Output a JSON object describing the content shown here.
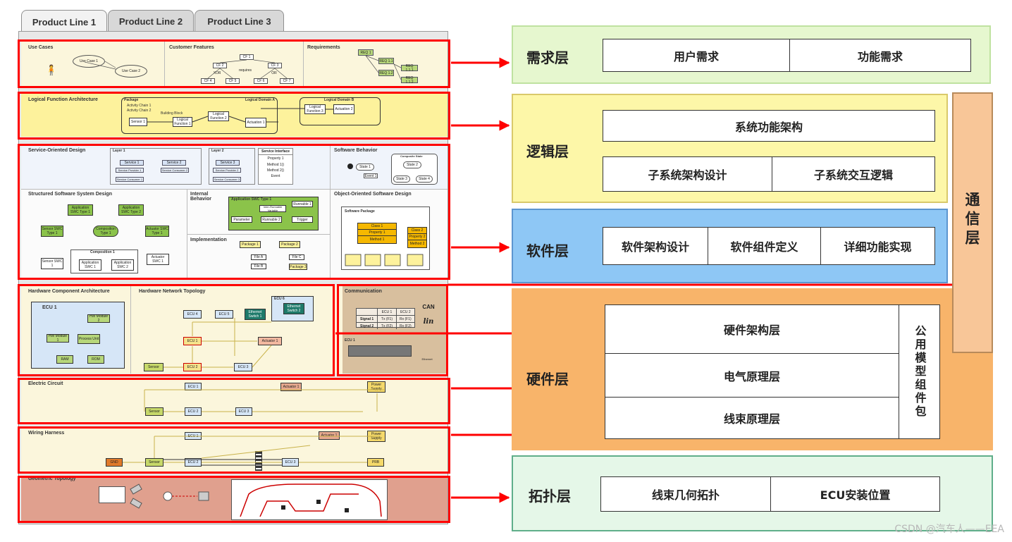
{
  "tabs": [
    "Product Line 1",
    "Product Line 2",
    "Product Line 3"
  ],
  "left": {
    "requirements_row": {
      "use_cases": {
        "title": "Use Cases",
        "nodes": [
          "Use Case 1",
          "Use Case 2"
        ]
      },
      "customer_features": {
        "title": "Customer Features",
        "nodes": [
          "CF 1",
          "CF 2",
          "CF 3",
          "CF 4",
          "CF 5",
          "CF 6",
          "CF 7"
        ],
        "labels": [
          "XOR",
          "requires",
          "OR"
        ]
      },
      "requirements": {
        "title": "Requirements",
        "nodes": [
          "REQ 1",
          "REQ 1.1",
          "REQ 1.2",
          "REQ 1.1.1",
          "REQ 1.1.2"
        ]
      }
    },
    "logical": {
      "title": "Logical Function Architecture",
      "package": "Package",
      "domain_a": "Logical Domain A",
      "domain_b": "Logical Domain B",
      "chains": [
        "Activity Chain 1",
        "Activity Chain 2"
      ],
      "block": "Building Block",
      "nodes": [
        "Sensor 1",
        "Logical Function 1",
        "Logical Function 2",
        "Actuation 1",
        "Logical Function 3",
        "Actuation 2"
      ]
    },
    "software": {
      "service_oriented": {
        "title": "Service-Oriented Design",
        "layers": [
          "Layer 1",
          "Layer 2"
        ],
        "services": [
          "Service 1",
          "Service 2",
          "Service 3"
        ],
        "roles": [
          "Service Provider 1",
          "Service Consumer 2",
          "Service Consumer 1",
          "Service Provider 2",
          "Service Consumer 3"
        ],
        "interface": {
          "title": "Service Interface",
          "items": [
            "Property 1",
            "Method 1()",
            "Method 2()",
            "Event"
          ]
        }
      },
      "software_behavior": {
        "title": "Software Behavior",
        "composite": "Composite State",
        "states": [
          "State 1",
          "State 2",
          "State 3",
          "State 4"
        ],
        "event": "Event 1"
      },
      "structured": {
        "title": "Structured Software System Design",
        "nodes": [
          "Application SWC Type 1",
          "Application SWC Type 2",
          "Sensor SWC Type 1",
          "Composition Type 1",
          "Actuator SWC Type 1",
          "Composition 1",
          "Sensor SWC 1",
          "Application SWC 1",
          "Application SWC 2",
          "Actuator SWC 1"
        ]
      },
      "internal": {
        "title": "Internal Behavior",
        "nodes": [
          "Application SWC Type 1",
          "Inter-Runnable Variable",
          "Runnable 1",
          "Parameter",
          "Runnable 2",
          "Trigger"
        ]
      },
      "implementation": {
        "title": "Implementation",
        "nodes": [
          "Package 1",
          "Package 2",
          "File A",
          "File B",
          "File C",
          "Package 3"
        ]
      },
      "object_oriented": {
        "title": "Object-Oriented Software Design",
        "package": "Software Package",
        "nodes": [
          "Class 1",
          "Property 1",
          "Method 1",
          "Class 2",
          "Property 2",
          "Method 2"
        ]
      }
    },
    "hardware": {
      "component": {
        "title": "Hardware Component Architecture",
        "ecu": "ECU 1",
        "nodes": [
          "HW Module 2",
          "HW Module 1",
          "Process Unit",
          "RAM",
          "ROM"
        ]
      },
      "network": {
        "title": "Hardware Network Topology",
        "nodes": [
          "ECU 4",
          "ECU 5",
          "Ethernet Switch 1",
          "ECU 6",
          "Ethernet Switch 2",
          "ECU 1",
          "Actuator 1",
          "Sensor",
          "ECU 2",
          "ECU 3"
        ]
      },
      "communication": {
        "title": "Communication",
        "headers": [
          "ECU 1",
          "ECU 2"
        ],
        "rows": [
          [
            "Signal 1",
            "Tx (F1)",
            "Rx (F1)"
          ],
          [
            "Signal 2",
            "Tx (F2)",
            "Rx (F2)"
          ]
        ],
        "ecu": "ECU 1",
        "buses": [
          "CAN",
          "lin",
          "Ethernet"
        ]
      }
    },
    "electric": {
      "title": "Electric Circuit",
      "nodes": [
        "ECU 1",
        "Actuator 1",
        "Power Supply",
        "Sensor",
        "ECU 2",
        "ECU 3"
      ]
    },
    "wiring": {
      "title": "Wiring Harness",
      "nodes": [
        "ECU 1",
        "Actuator 1",
        "Power Supply",
        "GND",
        "Sensor",
        "ECU 2",
        "ECU 3",
        "PRB"
      ]
    },
    "geometric": {
      "title": "Geometric Topology"
    }
  },
  "right": {
    "requirement_layer": {
      "name": "需求层",
      "cells": [
        "用户需求",
        "功能需求"
      ]
    },
    "logic_layer": {
      "name": "逻辑层",
      "top": "系统功能架构",
      "cells": [
        "子系统架构设计",
        "子系统交互逻辑"
      ]
    },
    "software_layer": {
      "name": "软件层",
      "cells": [
        "软件架构设计",
        "软件组件定义",
        "详细功能实现"
      ]
    },
    "hardware_layer": {
      "name": "硬件层",
      "rows": [
        "硬件架构层",
        "电气原理层",
        "线束原理层"
      ],
      "side": "公用模型组件包"
    },
    "topology_layer": {
      "name": "拓扑层",
      "cells": [
        "线束几何拓扑",
        "ECU安装位置"
      ]
    },
    "comm_layer": {
      "name": "通信层"
    }
  },
  "watermark": "CSDN @汽车人——EEA",
  "colors": {
    "red": "#ff0000",
    "req": "#e6f7cf",
    "logic": "#fdf7a8",
    "software": "#8ec7f5",
    "hardware": "#f8b46a",
    "hardware_inner": "#f5a05c",
    "topology": "#e5f7e8",
    "comm": "#f8c698"
  }
}
